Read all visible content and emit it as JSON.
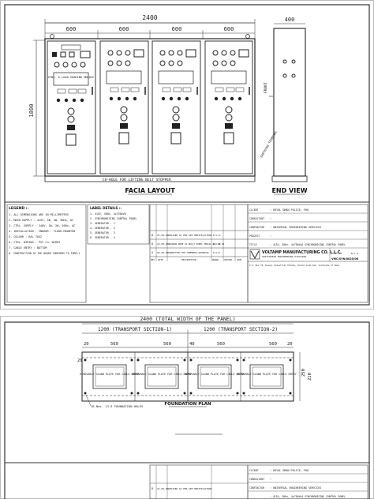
{
  "sheet1": {
    "overall_width": "2400",
    "section_widths": [
      "600",
      "600",
      "600",
      "600"
    ],
    "height_dim": "1800",
    "side_width": "400",
    "lift_note": "CH-HOLE FOR LIFTING BELT STOPPER",
    "front_label": "FRONT",
    "earth_label": "EARTHING TERMINAL",
    "facia_title": "FACIA LAYOUT",
    "end_title": "END VIEW",
    "module_text": "SYNC. & LOAD SHARING MODULE",
    "legend_title": "LEGEND :-",
    "notes": [
      "1. ALL DIMENSIONS ARE IN MILLIMETERS",
      "2. MAIN SUPPLY : 415V, 3Φ, 4W, 50Hz, AC",
      "3. CTRL. SUPPLY : 240V, 1Φ, 2W, 50Hz, AC",
      "4. INSTALLATION : INDOOR - FLOOR MOUNTED",
      "5. COLOUR : RAL 7032",
      "6. CTRL. WIRING : PVC Cu. WIRES",
      "7. CABLE ENTRY : BOTTOM",
      "8. CONSTRUCTION OF THE BOARD CONFORMS TO FORM-1"
    ],
    "label_details_title": "LABEL DETAILS :-",
    "label_details": [
      "1. 415V, 50Hz, 4x750kVA",
      "2. SYNCHRONISING CONTROL PANEL",
      "3. GENERATOR - 1",
      "4. GENERATOR - 2",
      "5. GENERATOR - 3",
      "6. GENERATOR - 4"
    ],
    "revisions": [
      {
        "rev": "B",
        "date": "21.09.06",
        "desc": "REVISED AS PER GEE MODIFICATIONS"
      },
      {
        "rev": "B",
        "date": "12.09.06",
        "desc": "DRAWING MADE AS BUILT PANEL SERIAL No. GE-04"
      },
      {
        "rev": "A",
        "date": "02.09.06",
        "desc": "SUBMITTED FOR COMMENTS/APPROVAL"
      }
    ],
    "rev_headers": [
      "REV",
      "DATE",
      "DESCRIPTION",
      "DRAWN",
      "CHECKED",
      "APPD"
    ],
    "initials": "D.V.R.",
    "client_label": "CLIENT",
    "client": ": ROYAL OMAN POLICE, FHQ",
    "consultant_label": "CONSULTANT",
    "consultant": ":",
    "contractor_label": "CONTRACTOR",
    "contractor": ": UNIVERSAL ENGINEERING SERVICES",
    "project_label": "PROJECT",
    "project": ":",
    "title_label": "TITLE",
    "title": ": 415V, 50Hz, 4x750kVA SYNCHRONISING CONTROL PANEL",
    "company": "VOLTAMP MANUFACTURING CO. L.L.C.",
    "division": "SWITCHGEAR ENGINEERING DIVISION",
    "address": "P.O. Box 76, Rusayl Industrial Estate, Postal Code 124, Sultanate of Oman",
    "sheet_no": "1 OF 11",
    "scale": "N.T.S.",
    "drawing_no": "VMC/SYN/0025/06"
  },
  "sheet2": {
    "overall": "2400 (TOTAL WIDTH OF THE PANEL)",
    "transport1": "1200 (TRANSPORT SECTION-1)",
    "transport2": "1200 (TRANSPORT SECTION-2)",
    "dim_20": "20",
    "dim_560": "560",
    "dim_40": "40",
    "dim_250": "250",
    "dim_210": "210",
    "gland_label": "REMOVABLE GLAND PLATE FOR CABLE ENTRY",
    "holes_note": "16 Nos. 13.6 FOUNDATION HOLES",
    "plan_title": "FOUNDATION PLAN",
    "client": ": ROYAL OMAN POLICE, FHQ",
    "consultant": ":",
    "contractor": ": UNIVERSAL ENGINEERING SERVICES",
    "revision": {
      "rev": "B",
      "date": "21.09.06",
      "desc": "REVISED AS PER GEE MODIFICATIONS"
    },
    "title_frag": ": 415V, 50Hz, 4x750kVA SYNCHRONISING CONTROL PANEL"
  }
}
